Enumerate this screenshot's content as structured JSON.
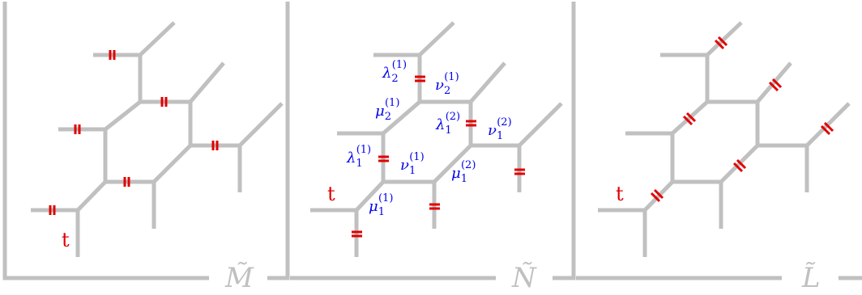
{
  "panels": [
    {
      "id": "M",
      "label": "M̃"
    },
    {
      "id": "N",
      "label": "Ñ"
    },
    {
      "id": "L",
      "label": "L̃"
    }
  ],
  "marker_t": "t",
  "labels_N": {
    "lambda2_1": {
      "base": "λ",
      "sub": "2",
      "sup": "(1)"
    },
    "nu2_1": {
      "base": "ν",
      "sub": "2",
      "sup": "(1)"
    },
    "mu2_1": {
      "base": "μ",
      "sub": "2",
      "sup": "(1)"
    },
    "lambda1_2": {
      "base": "λ",
      "sub": "1",
      "sup": "(2)"
    },
    "nu1_2": {
      "base": "ν",
      "sub": "1",
      "sup": "(2)"
    },
    "lambda1_1": {
      "base": "λ",
      "sub": "1",
      "sup": "(1)"
    },
    "nu1_1": {
      "base": "ν",
      "sub": "1",
      "sup": "(1)"
    },
    "mu1_2": {
      "base": "μ",
      "sub": "1",
      "sup": "(2)"
    },
    "mu1_1": {
      "base": "μ",
      "sub": "1",
      "sup": "(1)"
    }
  },
  "colors": {
    "frame": "#c0c0c0",
    "cut_marks": "#e00000",
    "labels": "#0000ee"
  }
}
